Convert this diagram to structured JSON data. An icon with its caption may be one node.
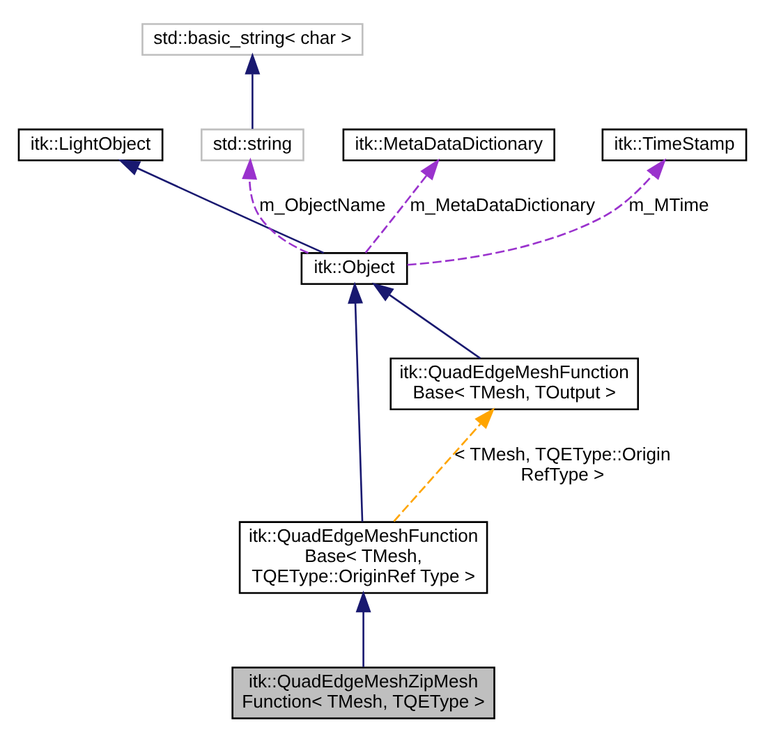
{
  "diagram": {
    "nodes": [
      {
        "text": [
          "std::basic_string< char >"
        ]
      },
      {
        "text": [
          "itk::LightObject"
        ]
      },
      {
        "text": [
          "std::string"
        ]
      },
      {
        "text": [
          "itk::MetaDataDictionary"
        ]
      },
      {
        "text": [
          "itk::TimeStamp"
        ]
      },
      {
        "text": [
          "itk::Object"
        ]
      },
      {
        "text": [
          "itk::QuadEdgeMeshFunction Base< TMesh, TOutput >"
        ]
      },
      {
        "text": [
          "itk::QuadEdgeMeshFunction Base< TMesh, TQEType::OriginRef Type >"
        ]
      },
      {
        "text": [
          "itk::QuadEdgeMeshZipMesh Function< TMesh, TQEType >"
        ]
      }
    ],
    "edges": [
      {
        "from": 2,
        "to": 0,
        "arrow": "to"
      },
      {
        "from": 5,
        "to": 1,
        "arrow": "to"
      },
      {
        "from": 5,
        "to": 2,
        "arrow": "to",
        "label": "m_ObjectName",
        "style": "dashed",
        "color": "#9a32cd"
      },
      {
        "from": 5,
        "to": 3,
        "arrow": "to",
        "label": "m_MetaDataDictionary",
        "style": "dashed",
        "color": "#9a32cd"
      },
      {
        "from": 5,
        "to": 4,
        "arrow": "to",
        "label": "m_MTime",
        "style": "dashed",
        "color": "#9a32cd"
      },
      {
        "from": 7,
        "to": 5,
        "arrow": "to"
      },
      {
        "from": 6,
        "to": 5,
        "arrow": "to"
      },
      {
        "from": 7,
        "to": 6,
        "arrow": "to",
        "label": "< TMesh, TQEType::Origin RefType >",
        "style": "dashed",
        "color": "#ffa500"
      },
      {
        "from": 8,
        "to": 7,
        "arrow": "to"
      }
    ]
  }
}
